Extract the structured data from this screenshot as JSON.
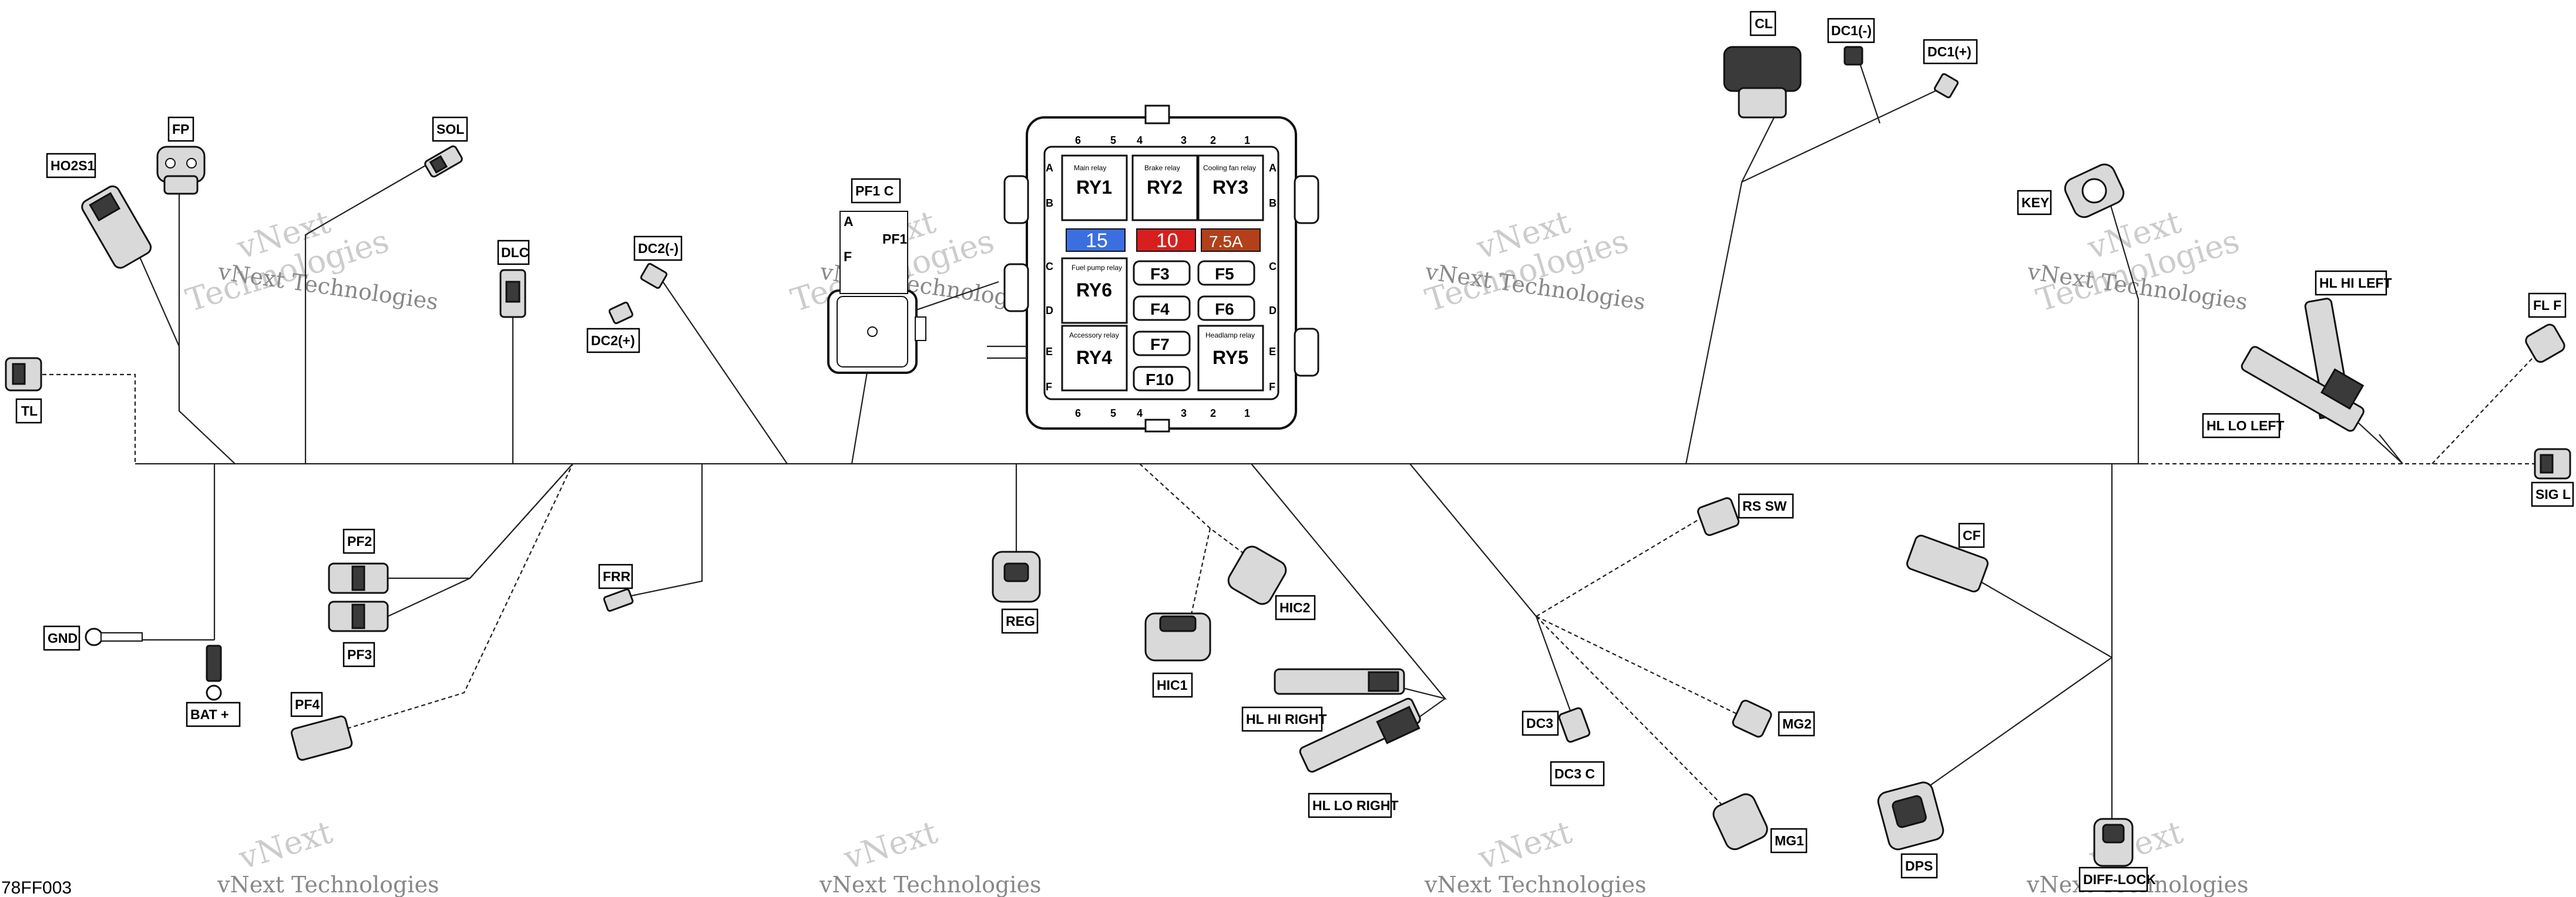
{
  "diagram_id": "78FF003",
  "watermark_line1": "vNext",
  "watermark_line2": "Technologies",
  "watermark_short": "vNext Technologies",
  "labels": {
    "ho2s1": "HO2S1",
    "fp": "FP",
    "sol": "SOL",
    "dlc": "DLC",
    "dc2_neg": "DC2(-)",
    "dc2_pos": "DC2(+)",
    "pf1_c": "PF1 C",
    "pf1": "PF1",
    "pf1_a": "A",
    "pf1_f": "F",
    "tl": "TL",
    "cl": "CL",
    "dc1_neg": "DC1(-)",
    "dc1_pos": "DC1(+)",
    "key": "KEY",
    "hl_hi_left": "HL HI LEFT",
    "hl_lo_left": "HL LO LEFT",
    "fl_f": "FL F",
    "sig_l": "SIG L",
    "pf2": "PF2",
    "pf3": "PF3",
    "pf4": "PF4",
    "gnd": "GND",
    "bat_plus": "BAT +",
    "frr": "FRR",
    "reg": "REG",
    "hic1": "HIC1",
    "hic2": "HIC2",
    "hl_hi_right": "HL HI RIGHT",
    "hl_lo_right": "HL LO RIGHT",
    "rs_sw": "RS SW",
    "dc3": "DC3",
    "dc3_c": "DC3 C",
    "mg1": "MG1",
    "mg2": "MG2",
    "cf": "CF",
    "dps": "DPS",
    "diff_lock": "DIFF-LOCK"
  },
  "fuse_box": {
    "top_pins": [
      "6",
      "5",
      "4",
      "3",
      "2",
      "1"
    ],
    "bottom_pins": [
      "6",
      "5",
      "4",
      "3",
      "2",
      "1"
    ],
    "left_rows": [
      "A",
      "B",
      "C",
      "D",
      "E",
      "F"
    ],
    "right_rows": [
      "A",
      "B",
      "C",
      "D",
      "E",
      "F"
    ],
    "relays": {
      "ry1": {
        "name": "RY1",
        "caption": "Main relay"
      },
      "ry2": {
        "name": "RY2",
        "caption": "Brake relay"
      },
      "ry3": {
        "name": "RY3",
        "caption": "Cooling fan relay"
      },
      "ry6": {
        "name": "RY6",
        "caption": "Fuel pump relay"
      },
      "ry4": {
        "name": "RY4",
        "caption": "Accessory relay"
      },
      "ry5": {
        "name": "RY5",
        "caption": "Headlamp relay"
      }
    },
    "fuses": {
      "f3": "F3",
      "f5": "F5",
      "f4": "F4",
      "f6": "F6",
      "f7": "F7",
      "f10": "F10"
    },
    "big_fuses": [
      {
        "value": "15",
        "color": "#3b6fe0"
      },
      {
        "value": "10",
        "color": "#d81e1e"
      },
      {
        "value": "7.5A",
        "color": "#b3401a"
      }
    ]
  },
  "colors": {
    "wire": "#222222",
    "label_border": "#000000",
    "connector_fill": "#d9d9d9"
  }
}
